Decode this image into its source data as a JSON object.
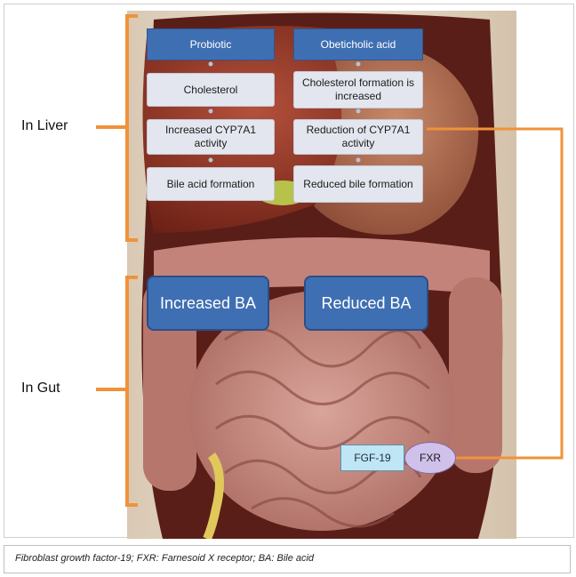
{
  "figure": {
    "labels": {
      "in_liver": "In Liver",
      "in_gut": "In Gut"
    },
    "liver_flow": {
      "probiotic": [
        "Probiotic",
        "Cholesterol",
        "Increased CYP7A1 activity",
        "Bile acid formation"
      ],
      "obeticholic": [
        "Obeticholic acid",
        "Cholesterol formation is increased",
        "Reduction of CYP7A1 activity",
        "Reduced bile formation"
      ]
    },
    "gut": {
      "increased_ba": "Increased BA",
      "reduced_ba": "Reduced BA",
      "fgf19": "FGF-19",
      "fxr": "FXR"
    },
    "colors": {
      "dark_box": "#3f6fb3",
      "light_box": "#e3e6ee",
      "bracket": "#f0923a",
      "fgf_box": "#bfe6f4",
      "fxr_ellipse": "#cfc1ea"
    }
  },
  "caption": "Fibroblast growth factor-19; FXR: Farnesoid X receptor; BA: Bile acid"
}
